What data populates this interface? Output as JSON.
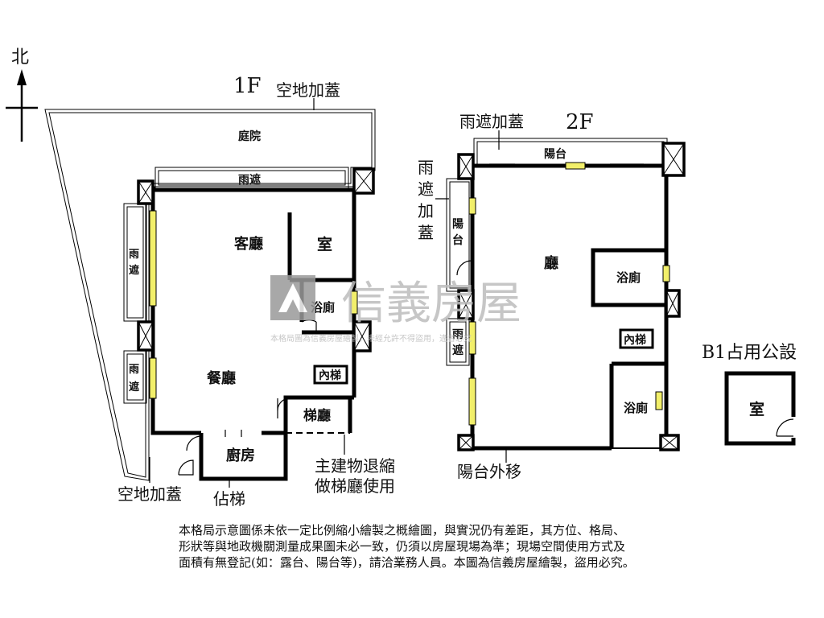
{
  "compass": {
    "north": "北"
  },
  "floor1": {
    "title": "1F",
    "rooms": {
      "top_addon": "空地加蓋",
      "courtyard": "庭院",
      "canopy_top": "雨遮",
      "living": "客廳",
      "room": "室",
      "bath": "浴廁",
      "canopy_left1": "雨遮",
      "canopy_left2": "雨遮",
      "dining": "餐廳",
      "inner_stair": "內梯",
      "stair_hall": "梯廳",
      "kitchen": "廚房",
      "bottom_addon": "空地加蓋",
      "occupied_stair": "佔梯",
      "note_line1": "主建物退縮",
      "note_line2": "做梯廳使用"
    }
  },
  "floor2": {
    "title": "2F",
    "rooms": {
      "canopy_addon_top": "雨遮加蓋",
      "balcony_top": "陽台",
      "canopy_addon_side": "雨遮加蓋",
      "balcony_left": "陽台",
      "hall": "廳",
      "bath1": "浴廁",
      "inner_stair": "內梯",
      "canopy_left": "雨遮",
      "bath2": "浴廁",
      "balcony_out": "陽台外移"
    }
  },
  "basement": {
    "title": "B1占用公設",
    "room": "室"
  },
  "watermark": {
    "brand": "信義房屋",
    "small": "本格局圖為信義房屋繪製，未經允許不得盜用，違者必究"
  },
  "disclaimer": {
    "line1": "本格局示意圖係未依一定比例縮小繪製之概繪圖，與實況仍有差距，其方位、格局、",
    "line2": "形狀等與地政機關測量成果圖未必一致，仍須以房屋現場為準；現場空間使用方式及",
    "line3": "面積有無登記(如：露台、陽台等)，請洽業務人員。本圖為信義房屋繪製，盜用必究。"
  }
}
